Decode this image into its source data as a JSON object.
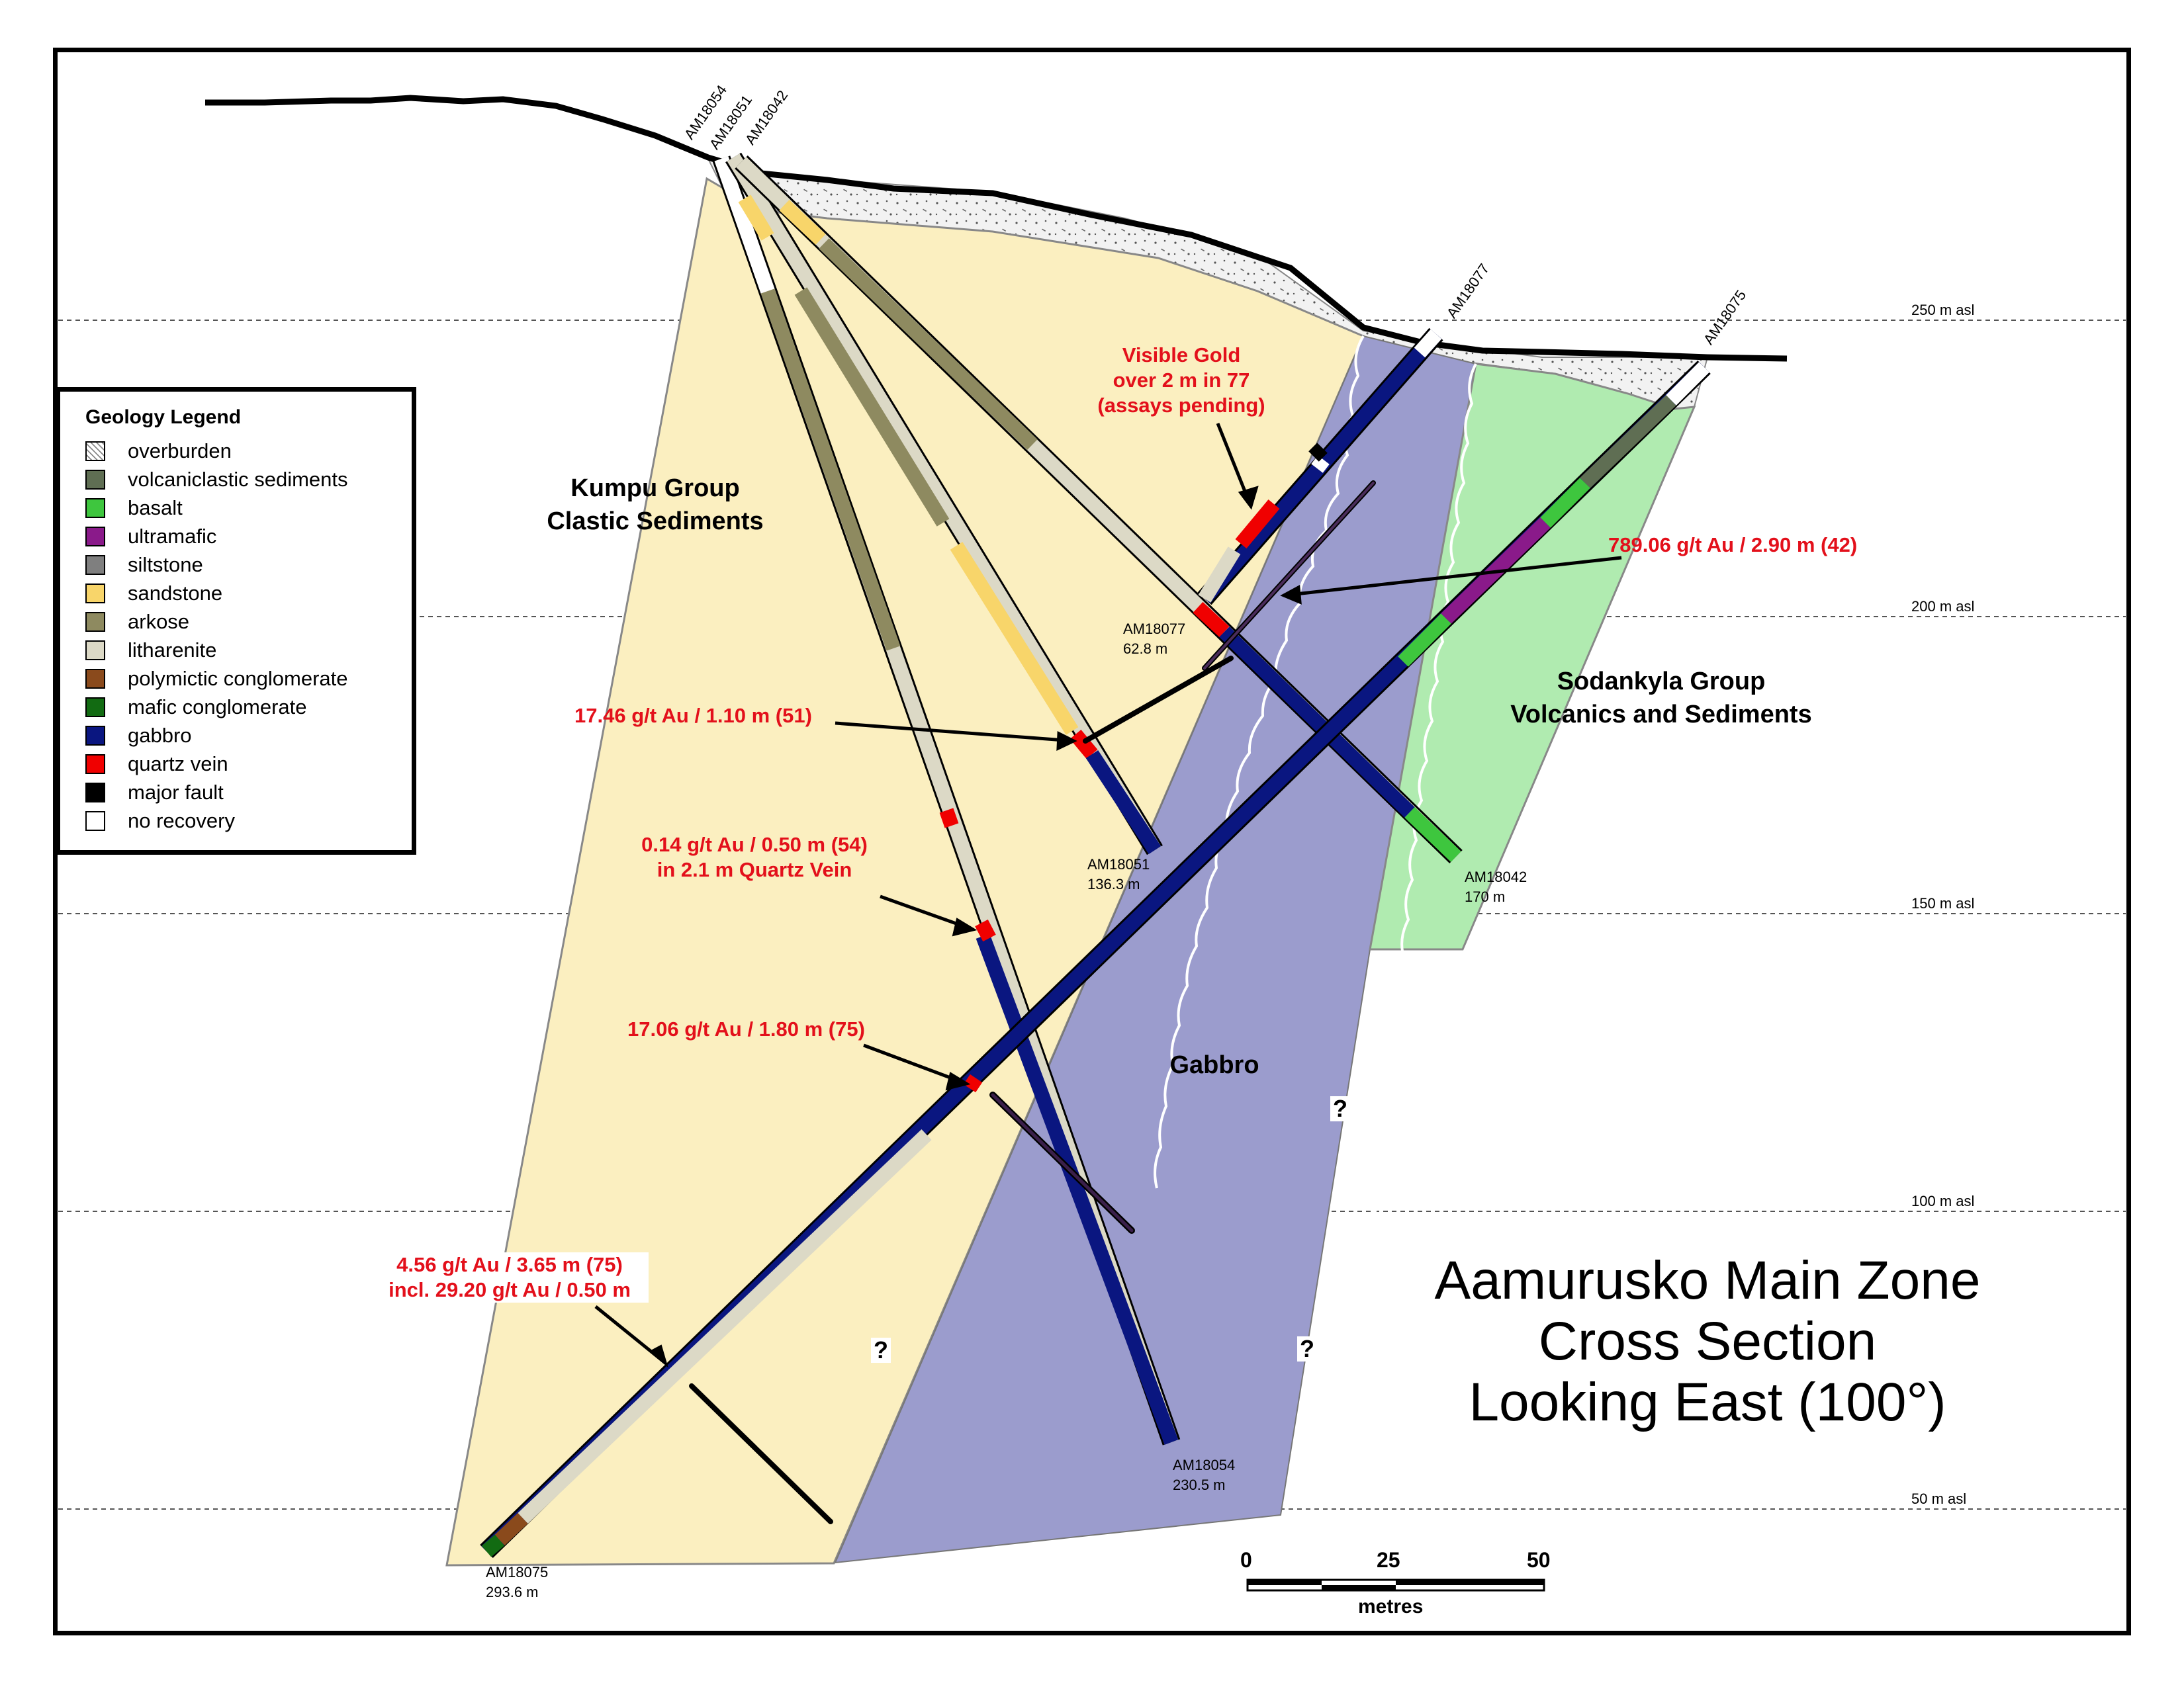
{
  "title": {
    "line1": "Aamurusko Main Zone",
    "line2": "Cross Section",
    "line3": "Looking East (100°)"
  },
  "legend": {
    "heading": "Geology Legend",
    "items": [
      {
        "label": "overburden",
        "color": "#f2f2f2"
      },
      {
        "label": "volcaniclastic sediments",
        "color": "#5f6e53"
      },
      {
        "label": "basalt",
        "color": "#3ec63e"
      },
      {
        "label": "ultramafic",
        "color": "#8a1a8a"
      },
      {
        "label": "siltstone",
        "color": "#7f7f7f"
      },
      {
        "label": "sandstone",
        "color": "#f8d56a"
      },
      {
        "label": "arkose",
        "color": "#8e8a60"
      },
      {
        "label": "litharenite",
        "color": "#dcd9c6"
      },
      {
        "label": "polymictic conglomerate",
        "color": "#8a4a1c"
      },
      {
        "label": "mafic conglomerate",
        "color": "#126b12"
      },
      {
        "label": "gabbro",
        "color": "#0a1680"
      },
      {
        "label": "quartz vein",
        "color": "#f00000"
      },
      {
        "label": "major fault",
        "color": "#000000"
      },
      {
        "label": "no recovery",
        "color": "#ffffff"
      }
    ]
  },
  "elevations": [
    "250 m asl",
    "200 m asl",
    "150 m asl",
    "100 m asl",
    "50 m asl"
  ],
  "units": {
    "kumpu": "Kumpu Group\nClastic Sediments",
    "sodankyla": "Sodankyla Group\nVolcanics and Sediments",
    "gabbro": "Gabbro"
  },
  "colors": {
    "kumpu_fill": "#fbefc0",
    "gabbro_fill": "#9b9ccd",
    "sodankyla_fill": "#b0ebb0",
    "overburden_fill": "#f0f0f0",
    "annotation_red": "#e3101b"
  },
  "annotations": {
    "visible_gold": "Visible Gold\nover 2 m in 77\n(assays pending)",
    "a42": "789.06 g/t Au / 2.90 m (42)",
    "a51": "17.46 g/t Au / 1.10 m (51)",
    "a54": "0.14 g/t Au / 0.50 m (54)\nin 2.1 m Quartz Vein",
    "a75a": "17.06 g/t Au / 1.80 m (75)",
    "a75b": "4.56 g/t Au / 3.65 m (75)\nincl. 29.20 g/t Au / 0.50 m"
  },
  "collars": {
    "am18054": "AM18054",
    "am18051": "AM18051",
    "am18042": "AM18042",
    "am18077": "AM18077",
    "am18075": "AM18075"
  },
  "hole_ends": {
    "am18077": {
      "id": "AM18077",
      "depth": "62.8 m"
    },
    "am18051": {
      "id": "AM18051",
      "depth": "136.3 m"
    },
    "am18042": {
      "id": "AM18042",
      "depth": "170 m"
    },
    "am18054": {
      "id": "AM18054",
      "depth": "230.5 m"
    },
    "am18075": {
      "id": "AM18075",
      "depth": "293.6 m"
    }
  },
  "question_mark": "?",
  "scale_bar": {
    "ticks": [
      "0",
      "25",
      "50"
    ],
    "unit": "metres"
  }
}
